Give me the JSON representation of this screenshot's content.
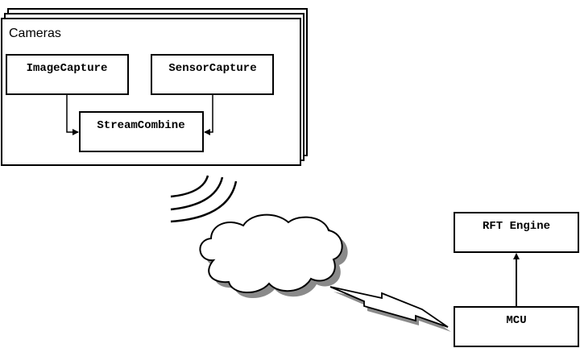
{
  "cameras": {
    "title": "Cameras",
    "image_capture": "ImageCapture",
    "sensor_capture": "SensorCapture",
    "stream_combine": "StreamCombine"
  },
  "rft_engine": "RFT Engine",
  "mcu": "MCU"
}
